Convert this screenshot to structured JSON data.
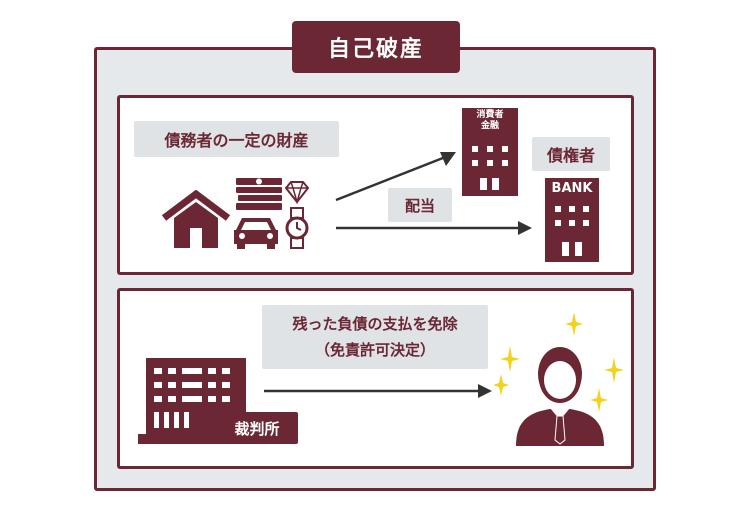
{
  "title": "自己破産",
  "top_panel": {
    "property_label": "債務者の一定の財産",
    "dividend_label": "配当",
    "creditor_label": "債権者",
    "lender_building_label_line1": "消費者",
    "lender_building_label_line2": "金融",
    "bank_building_label": "BANK"
  },
  "bottom_panel": {
    "discharge_line1": "残った負債の支払を免除",
    "discharge_line2": "（免責許可決定）",
    "court_label": "裁判所"
  },
  "colors": {
    "accent": "#6b2734",
    "panel_bg": "#e6e9ec",
    "label_bg": "#dfe3e6",
    "sparkle": "#f2d21b",
    "arrow": "#333333"
  },
  "icons": [
    "house-icon",
    "money-stack-icon",
    "diamond-icon",
    "car-icon",
    "watch-icon",
    "lender-building-icon",
    "bank-building-icon",
    "court-building-icon",
    "businessman-icon",
    "sparkle-icon"
  ]
}
